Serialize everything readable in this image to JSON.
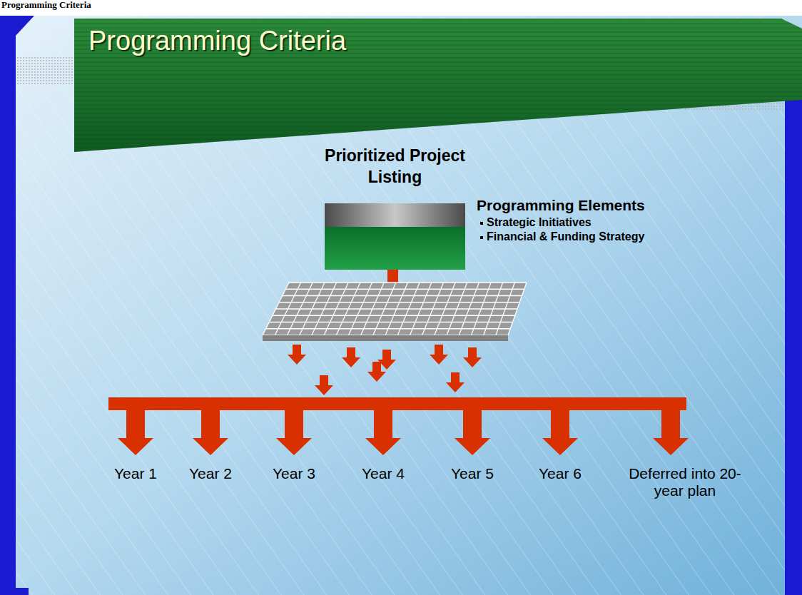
{
  "diagram": {
    "title": "Programming Criteria",
    "nodes": [
      {
        "text": [
          "Prioritized Project Listing"
        ]
      }
    ],
    "labels": [
      "Programming Criteria",
      "Programming Elements",
      "Strategic Initiatives",
      "Financial & Funding Strategy",
      "Year 1",
      "Year 2",
      "Year 3",
      "Year 4",
      "Year 5",
      "Year 6",
      "Deferred into 20-year plan"
    ]
  }
}
